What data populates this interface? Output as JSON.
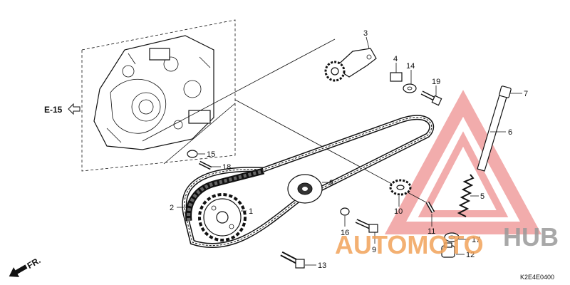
{
  "diagram": {
    "section_ref": "E-15",
    "direction_label": "FR.",
    "drawing_code": "K2E4E0400",
    "callouts": [
      "1",
      "2",
      "3",
      "4",
      "5",
      "6",
      "7",
      "8",
      "9",
      "10",
      "11",
      "12",
      "13",
      "14",
      "15",
      "16",
      "17",
      "18",
      "19"
    ]
  },
  "watermark": {
    "word1": "AUTOMOTO",
    "word2": "HUB",
    "color_primary": "#f08080",
    "color_secondary": "#9a9a9a"
  }
}
